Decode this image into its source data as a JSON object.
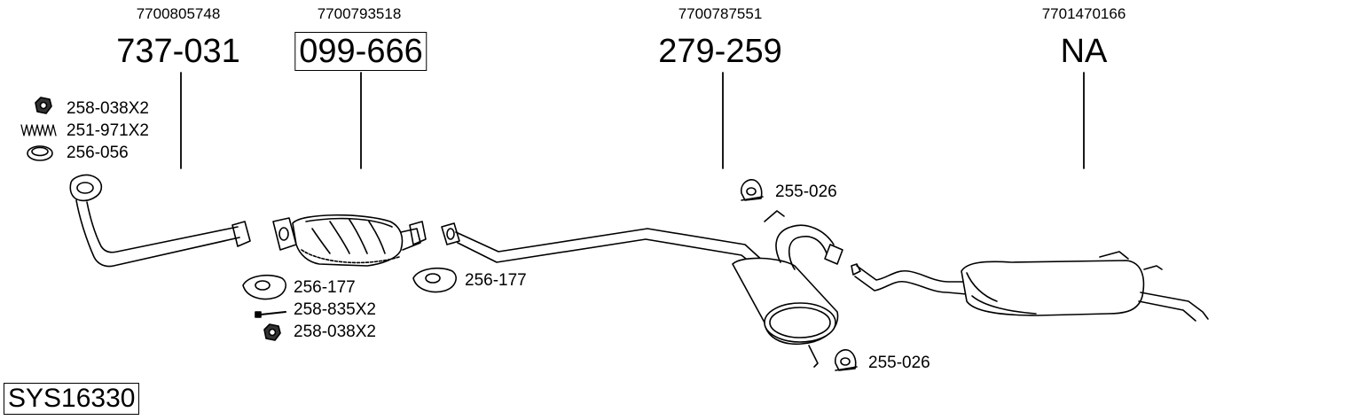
{
  "columns": [
    {
      "oem": "7700805748",
      "ref": "737-031",
      "boxed": false
    },
    {
      "oem": "7700793518",
      "ref": "099-666",
      "boxed": true
    },
    {
      "oem": "7700787551",
      "ref": "279-259",
      "boxed": false
    },
    {
      "oem": "7701470166",
      "ref": "NA",
      "boxed": false
    }
  ],
  "parts": {
    "nut_1": "258-038X2",
    "spring_1": "251-971X2",
    "ring_1": "256-056",
    "gasket_1": "256-177",
    "bolt_1": "258-835X2",
    "nut_2": "258-038X2",
    "gasket_2": "256-177",
    "hanger_1": "255-026",
    "hanger_2": "255-026"
  },
  "system_code": "SYS16330"
}
